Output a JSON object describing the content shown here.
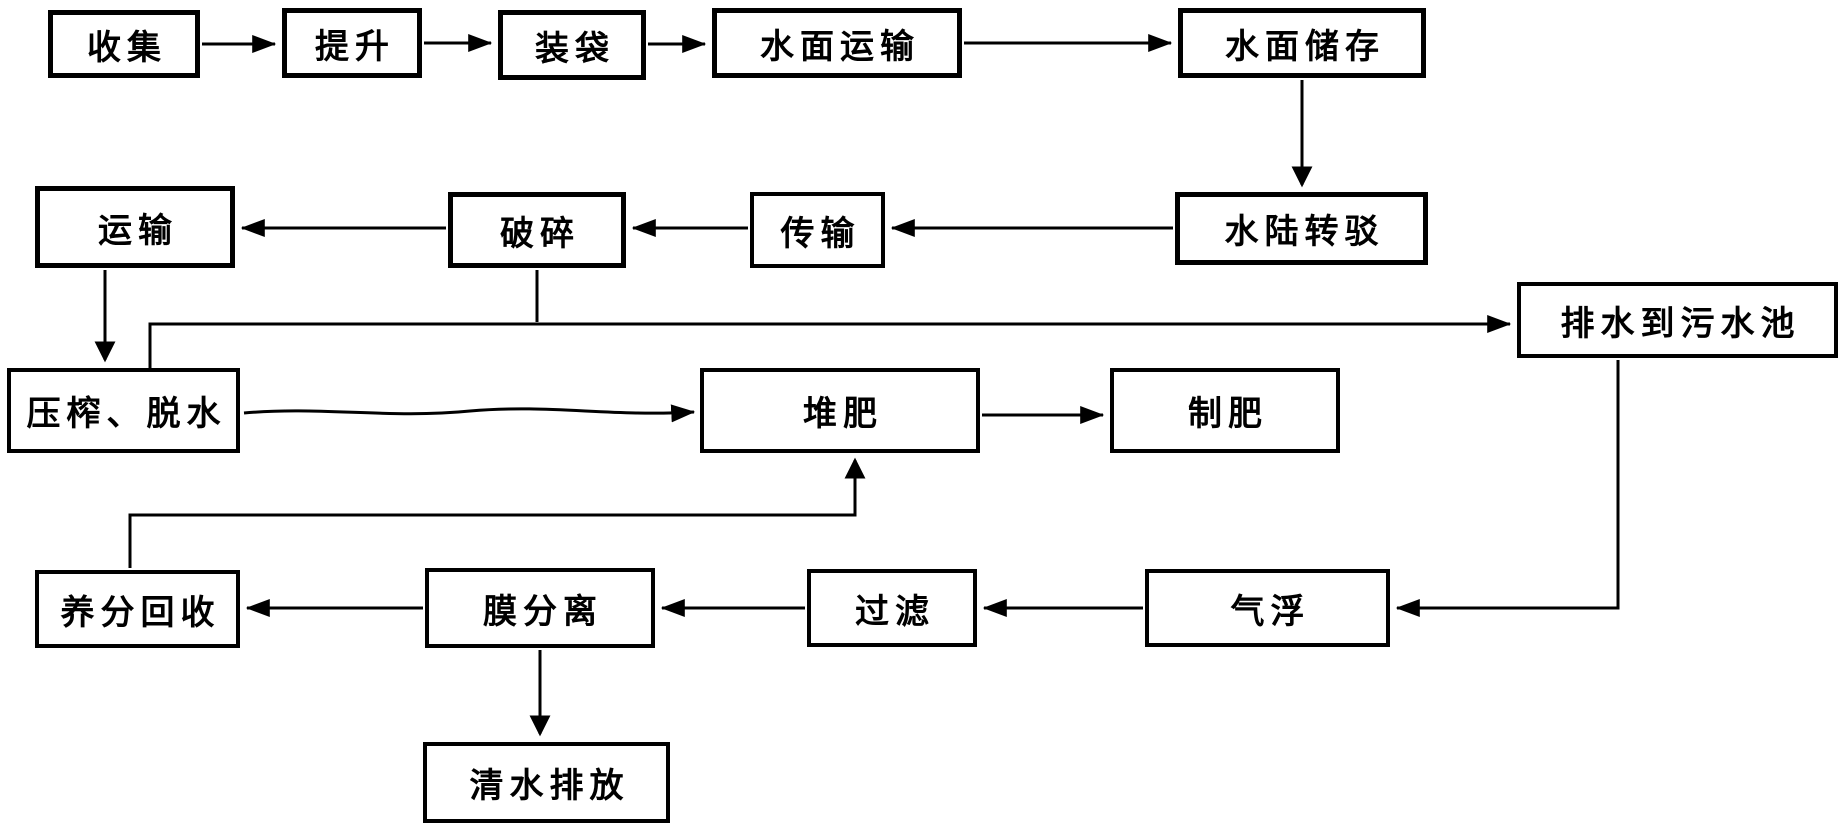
{
  "diagram": {
    "background_color": "#ffffff",
    "stroke_color": "#000000",
    "box_fill_color": "#ffffff",
    "nodes": {
      "collect": {
        "label": "收集"
      },
      "lift": {
        "label": "提升"
      },
      "bagging": {
        "label": "装袋"
      },
      "surface_transport": {
        "label": "水面运输"
      },
      "surface_storage": {
        "label": "水面储存"
      },
      "land_transfer": {
        "label": "水陆转驳"
      },
      "conveying": {
        "label": "传输"
      },
      "crushing": {
        "label": "破碎"
      },
      "transport": {
        "label": "运输"
      },
      "drain_sewage": {
        "label": "排水到污水池"
      },
      "press_dewater": {
        "label": "压榨、脱水"
      },
      "composting": {
        "label": "堆肥"
      },
      "fertilizer": {
        "label": "制肥"
      },
      "nutrient_recovery": {
        "label": "养分回收"
      },
      "membrane": {
        "label": "膜分离"
      },
      "filtration": {
        "label": "过滤"
      },
      "air_flotation": {
        "label": "气浮"
      },
      "clean_discharge": {
        "label": "清水排放"
      }
    },
    "edges": [
      {
        "from": "collect",
        "to": "lift"
      },
      {
        "from": "lift",
        "to": "bagging"
      },
      {
        "from": "bagging",
        "to": "surface_transport"
      },
      {
        "from": "surface_transport",
        "to": "surface_storage"
      },
      {
        "from": "surface_storage",
        "to": "land_transfer"
      },
      {
        "from": "land_transfer",
        "to": "conveying"
      },
      {
        "from": "conveying",
        "to": "crushing"
      },
      {
        "from": "crushing",
        "to": "transport"
      },
      {
        "from": "transport",
        "to": "press_dewater"
      },
      {
        "from": "crushing",
        "to": "press_dewater"
      },
      {
        "from": "crushing",
        "to": "drain_sewage"
      },
      {
        "from": "press_dewater",
        "to": "composting"
      },
      {
        "from": "composting",
        "to": "fertilizer"
      },
      {
        "from": "nutrient_recovery",
        "to": "composting"
      },
      {
        "from": "drain_sewage",
        "to": "air_flotation"
      },
      {
        "from": "air_flotation",
        "to": "filtration"
      },
      {
        "from": "filtration",
        "to": "membrane"
      },
      {
        "from": "membrane",
        "to": "nutrient_recovery"
      },
      {
        "from": "membrane",
        "to": "clean_discharge"
      }
    ]
  }
}
